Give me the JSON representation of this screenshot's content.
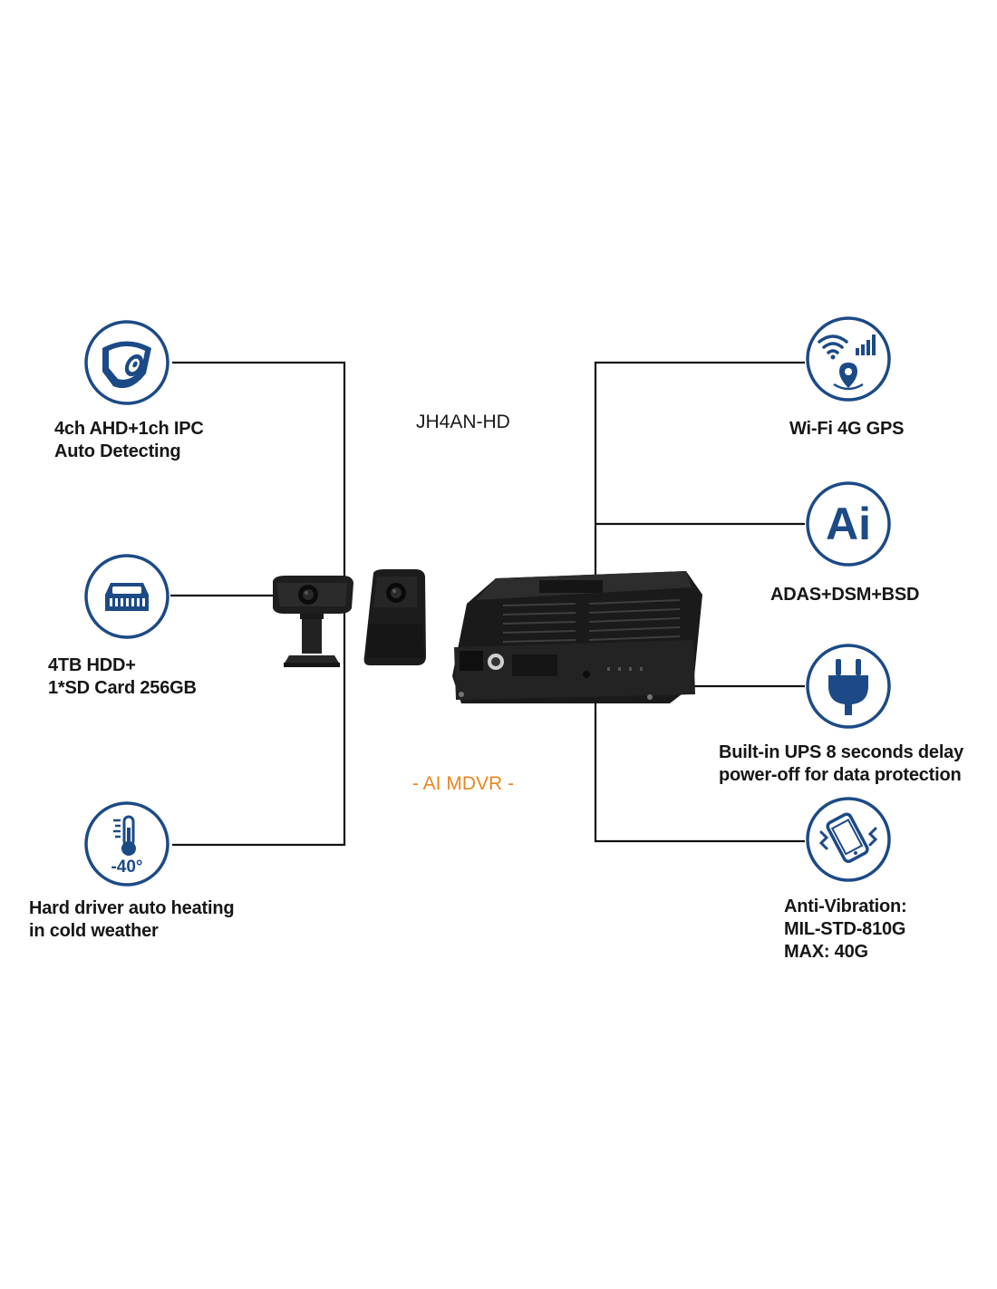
{
  "model": "JH4AN-HD",
  "subtitle": "- AI MDVR -",
  "colors": {
    "brand_blue": "#1c4a86",
    "accent_orange": "#e8861e",
    "line": "#111111"
  },
  "features": {
    "ahd": {
      "icon": "dome-camera-icon",
      "lines": [
        "4ch AHD+1ch IPC",
        "Auto Detecting"
      ]
    },
    "hdd": {
      "icon": "hard-drive-icon",
      "lines": [
        "4TB HDD+",
        "1*SD Card 256GB"
      ]
    },
    "heating": {
      "icon": "thermometer-icon",
      "icon_text": "-40°",
      "lines": [
        "Hard driver auto heating",
        "in cold weather"
      ]
    },
    "wifi": {
      "icon": "wifi-signal-gps-icon",
      "lines": [
        "Wi-Fi 4G GPS"
      ]
    },
    "ai": {
      "icon": "ai-icon",
      "icon_text": "Ai",
      "lines": [
        "ADAS+DSM+BSD"
      ]
    },
    "ups": {
      "icon": "power-plug-icon",
      "lines": [
        "Built-in UPS 8 seconds delay",
        "power-off for data protection"
      ]
    },
    "vibration": {
      "icon": "vibrating-phone-icon",
      "lines": [
        "Anti-Vibration:",
        "MIL-STD-810G",
        "MAX: 40G"
      ]
    }
  }
}
